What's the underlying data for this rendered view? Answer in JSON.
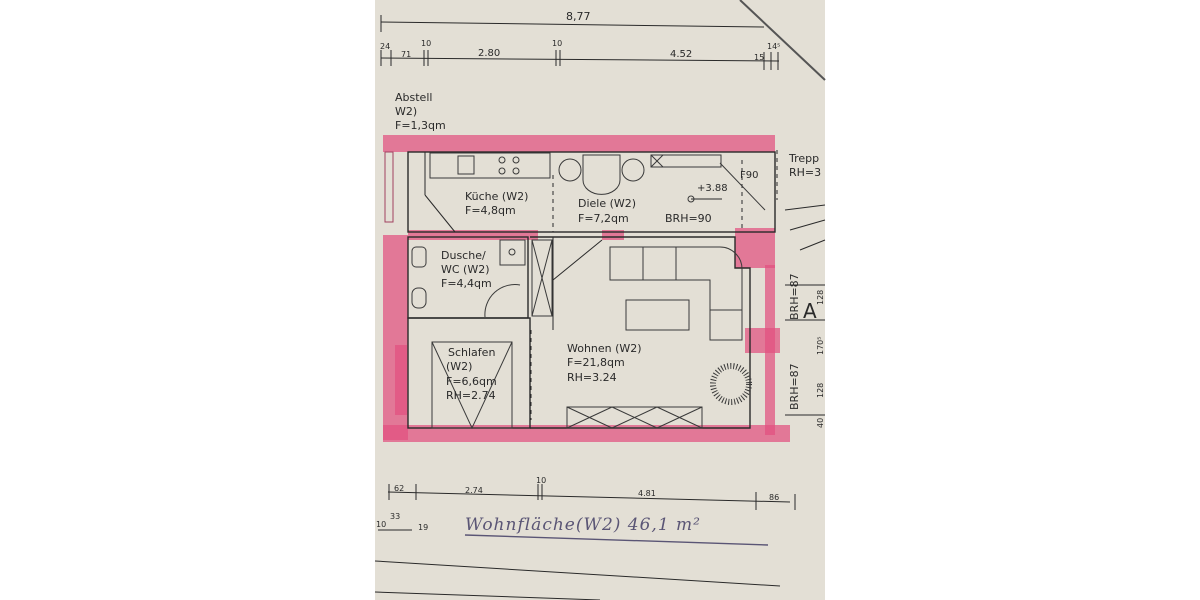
{
  "colors": {
    "paper": "#e3dfd5",
    "highlight": "#e2507f",
    "ink": "#2a2a2a",
    "handwriting": "#5a5575"
  },
  "dimensions_top": {
    "overall": "8,77",
    "d1": "24",
    "d2": "71",
    "d3": "10",
    "d4": "2.80",
    "d5": "10",
    "d6": "4.52",
    "d7": "15",
    "d8": "14⁵"
  },
  "dimensions_bottom": {
    "d1": "62",
    "d2": "2.74",
    "d3": "10",
    "d4": "4.81",
    "d5": "86",
    "e1": "10",
    "e2": "33",
    "e3": "19"
  },
  "rooms": {
    "abstell": {
      "name": "Abstell",
      "unit": "W2)",
      "area": "F=1,3qm"
    },
    "kueche": {
      "name": "Küche  (W2)",
      "area": "F=4,8qm"
    },
    "diele": {
      "name": "Diele  (W2)",
      "area": "F=7,2qm",
      "level": "+3.88",
      "brh": "BRH=90",
      "door": "F90"
    },
    "treppe": {
      "name": "Trepp",
      "rh": "RH=3"
    },
    "dusche": {
      "name": "Dusche/",
      "unit": "WC  (W2)",
      "area": "F=4,4qm"
    },
    "schlafen": {
      "name": "Schlafen",
      "unit": "(W2)",
      "area": "F=6,6qm",
      "rh": "RH=2.74"
    },
    "wohnen": {
      "name": "Wohnen  (W2)",
      "area": "F=21,8qm",
      "rh": "RH=3.24"
    }
  },
  "side_labels": {
    "brh1": "BRH=87",
    "brh2": "BRH=87",
    "a": "A",
    "n128a": "128",
    "n170": "170⁵",
    "n128b": "128",
    "n40": "40"
  },
  "handwritten_note": "Wohnfläche(W2) 46,1 m²"
}
